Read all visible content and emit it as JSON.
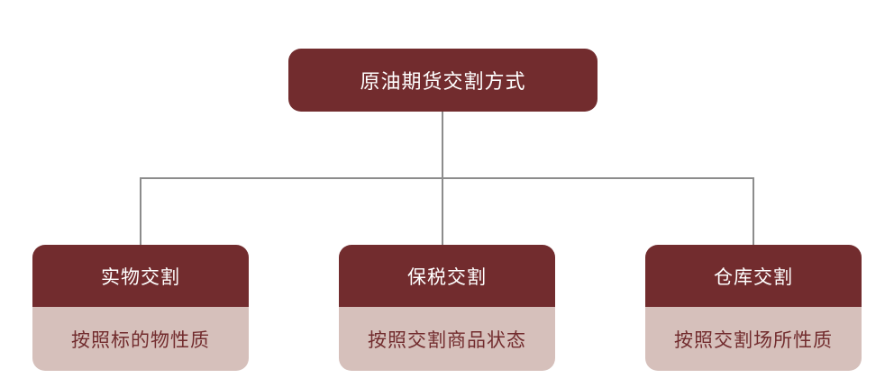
{
  "diagram": {
    "root": {
      "label": "原油期货交割方式"
    },
    "children": [
      {
        "title": "实物交割",
        "description": "按照标的物性质"
      },
      {
        "title": "保税交割",
        "description": "按照交割商品状态"
      },
      {
        "title": "仓库交割",
        "description": "按照交割场所性质"
      }
    ]
  },
  "colors": {
    "primary": "#722c2e",
    "secondary": "#d6c0bb",
    "connector": "#8c8c8c"
  }
}
